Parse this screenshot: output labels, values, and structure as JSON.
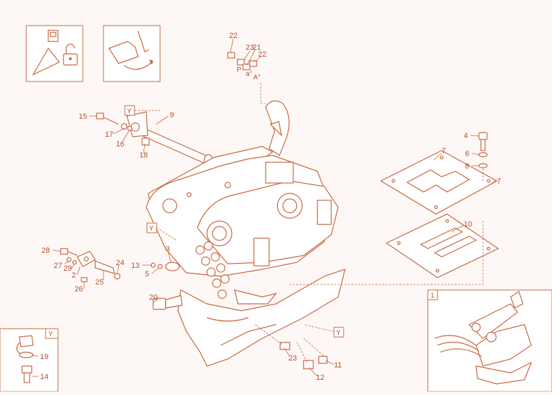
{
  "labels": {
    "p22a": "22",
    "p21": "21",
    "p23top": "23",
    "p22b": "22",
    "p15": "15",
    "p9": "9",
    "p17": "17",
    "p16": "16",
    "p18": "18",
    "p4": "4",
    "p6": "6",
    "p8": "8",
    "p7a": "7",
    "p7b": "7",
    "p10": "10",
    "p28": "28",
    "p27": "27",
    "p29": "29",
    "p2": "2",
    "p26": "26",
    "p25": "25",
    "p24": "24",
    "p13": "13",
    "p5": "5",
    "p3": "3",
    "p20": "20",
    "p23": "23",
    "p11": "11",
    "p12": "12",
    "p19": "19",
    "p14": "14"
  },
  "tags": {
    "y1": "Y",
    "y2": "Y",
    "y3": "Y",
    "y4": "Y",
    "one": "1"
  },
  "small_glyphs": {
    "a1": "a°",
    "a2": "A°",
    "p": "P"
  },
  "colors": {
    "line": "#c8643c",
    "text": "#b4502d",
    "background": "#fdf8f6"
  },
  "icons": [
    "padlock-icon",
    "rotate-arrow-icon"
  ]
}
